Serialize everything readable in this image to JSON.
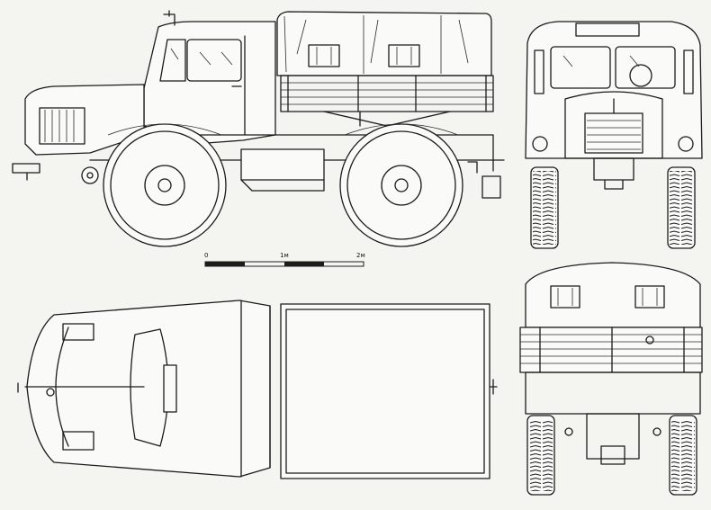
{
  "scale_bar": {
    "ticks": [
      "0",
      "1м",
      "2м"
    ]
  }
}
